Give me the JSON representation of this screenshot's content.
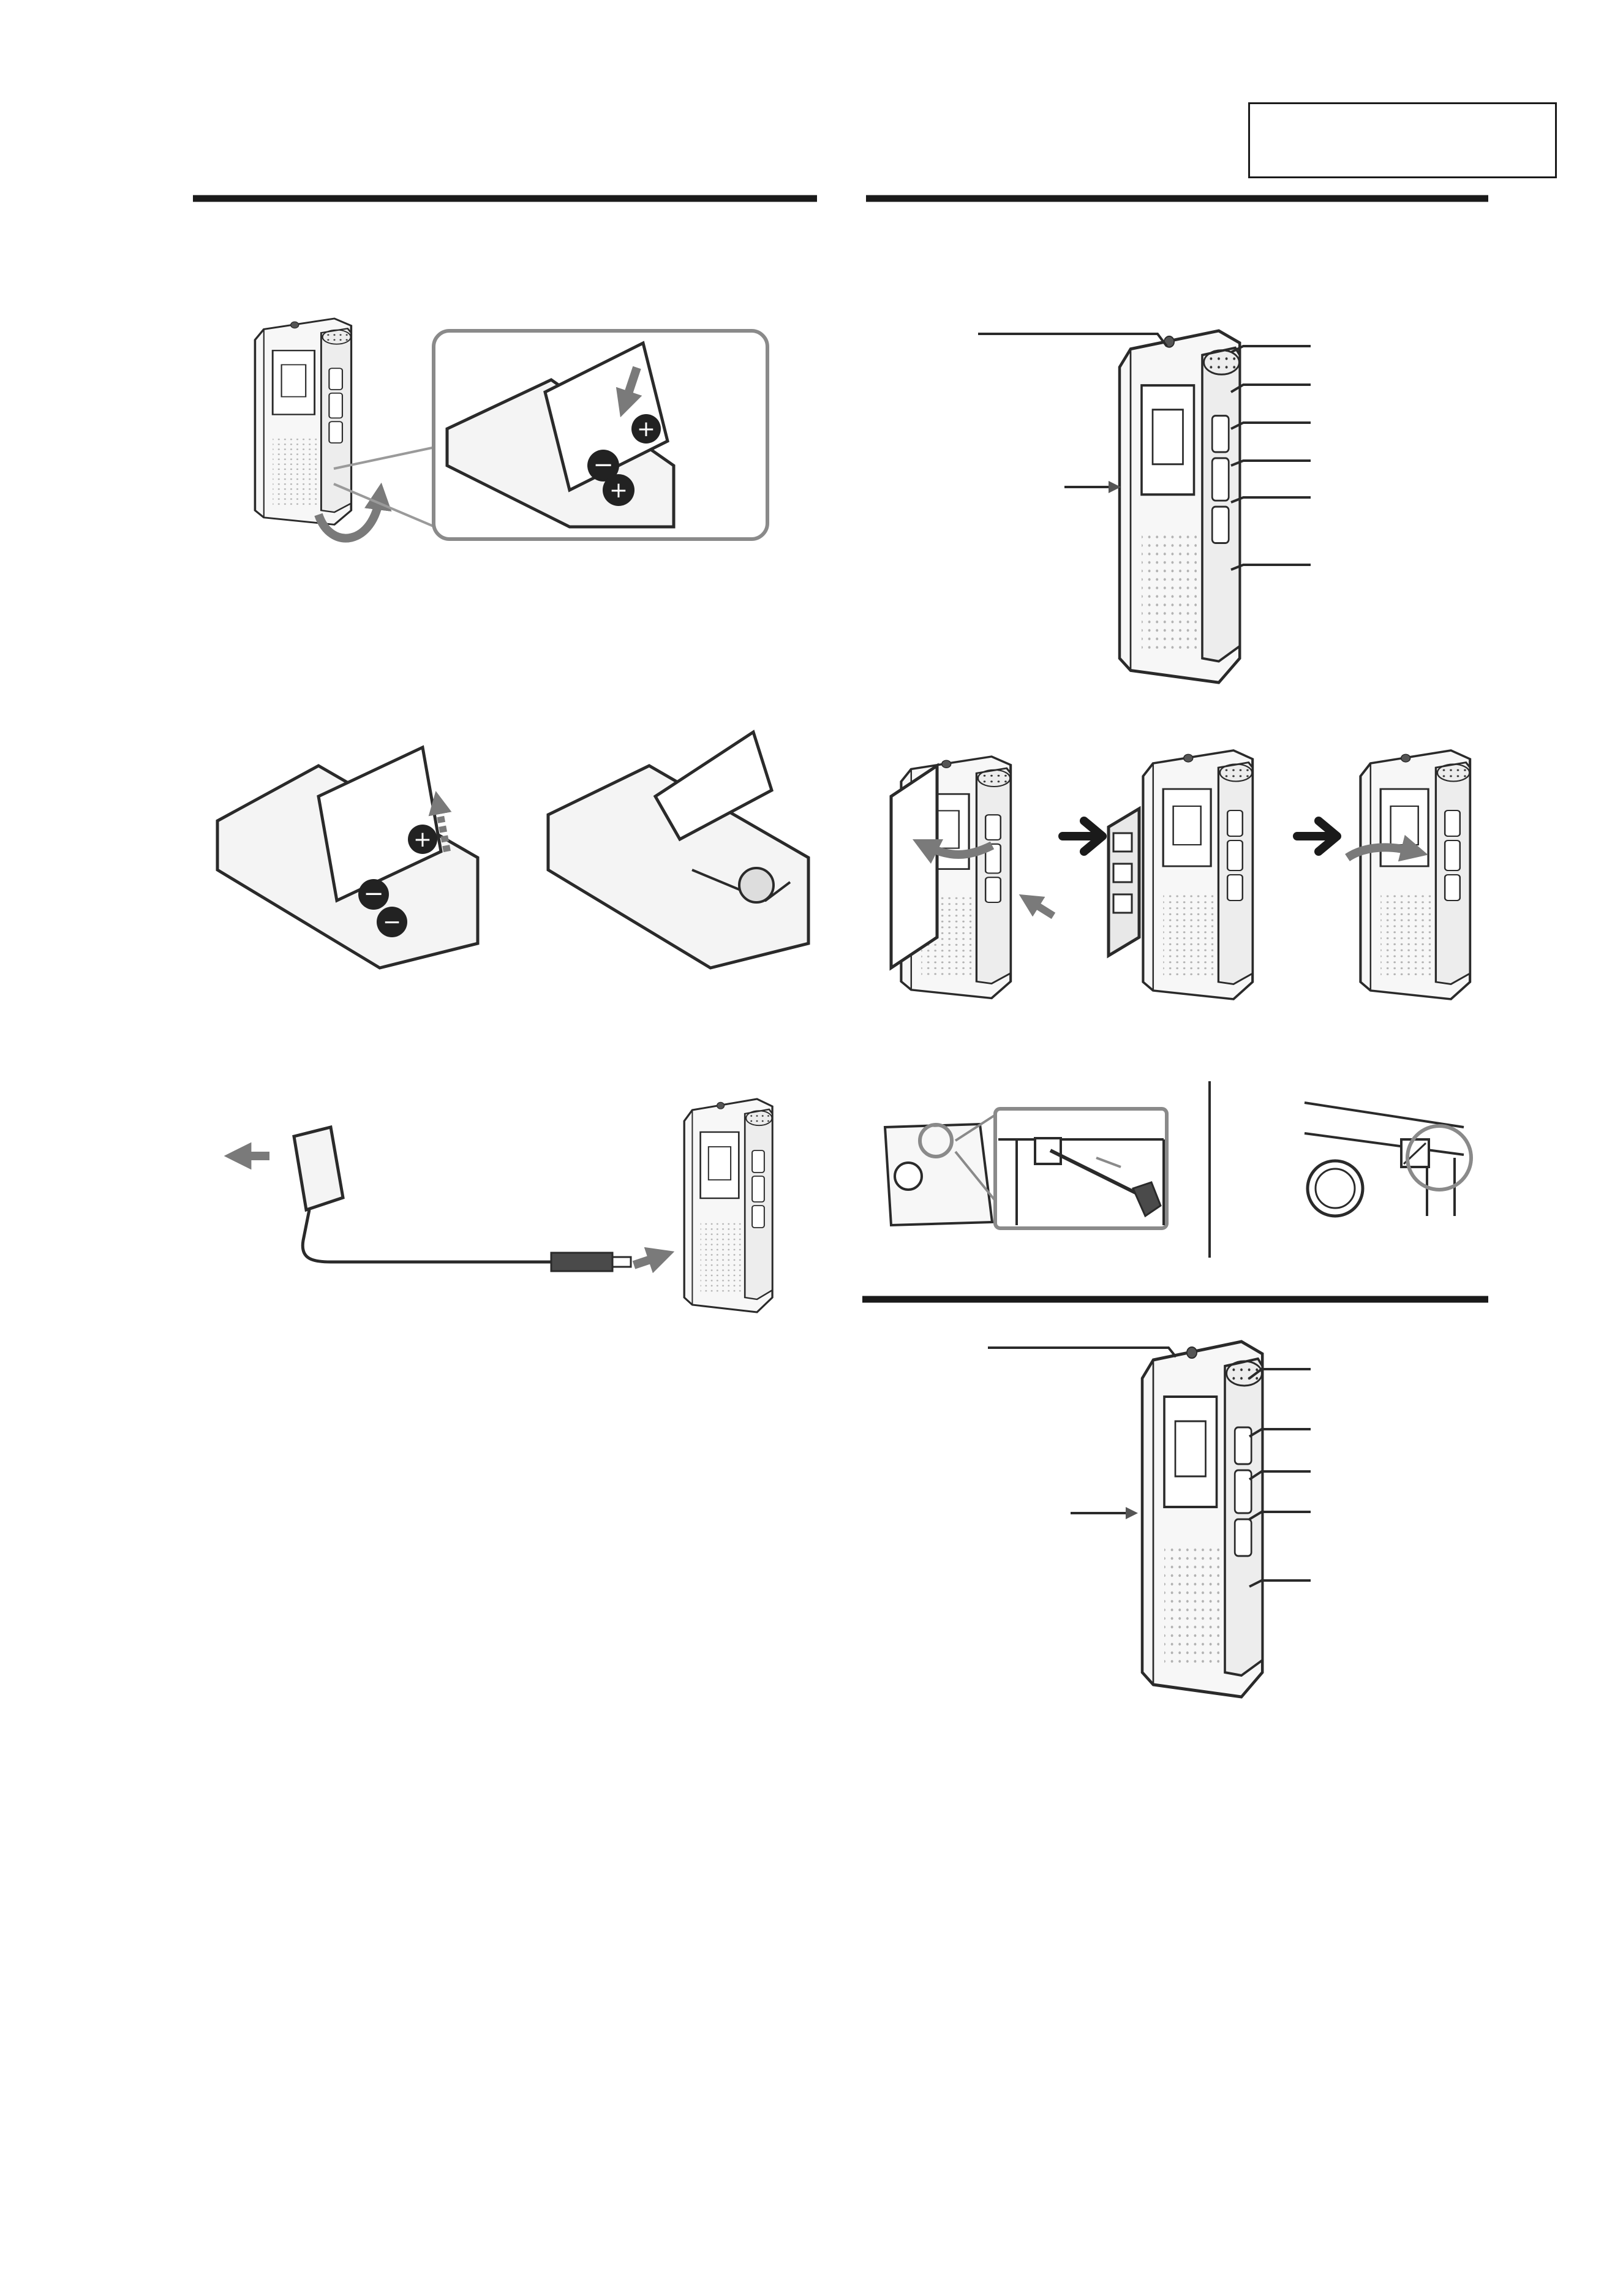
{
  "page": {
    "language_box_text": "",
    "colors": {
      "ink": "#1a1a1a",
      "line": "#3a3a3a",
      "arrow": "#7a7a7a",
      "body_fill": "#f4f4f4",
      "dark_fill": "#4a4a4a"
    }
  },
  "sections": [
    {
      "name": "power-sources",
      "heading": ""
    },
    {
      "name": "recording",
      "heading": ""
    },
    {
      "name": "playback",
      "heading": ""
    }
  ],
  "figures": {
    "battery_insertion": {
      "icons": [
        "recorder-icon",
        "battery-compartment-icon",
        "open-lid-arrow-icon"
      ]
    },
    "battery_removal": {
      "icons": [
        "battery-eject-icon",
        "empty-compartment-icon"
      ]
    },
    "ac_adaptor": {
      "icons": [
        "ac-adaptor-icon",
        "plug-arrow-icon",
        "recorder-icon"
      ]
    },
    "recorder_parts_recording": {
      "icons": [
        "recorder-front-icon",
        "callout-line-icon"
      ]
    },
    "cassette_insertion_steps": {
      "icons": [
        "open-door-icon",
        "insert-cassette-icon",
        "close-door-icon",
        "step-arrow-icon"
      ]
    },
    "erase_protection": {
      "icons": [
        "tab-break-icon",
        "screwdriver-icon",
        "tab-cover-icon"
      ]
    },
    "recorder_parts_playback": {
      "icons": [
        "recorder-front-icon",
        "callout-line-icon"
      ]
    }
  }
}
